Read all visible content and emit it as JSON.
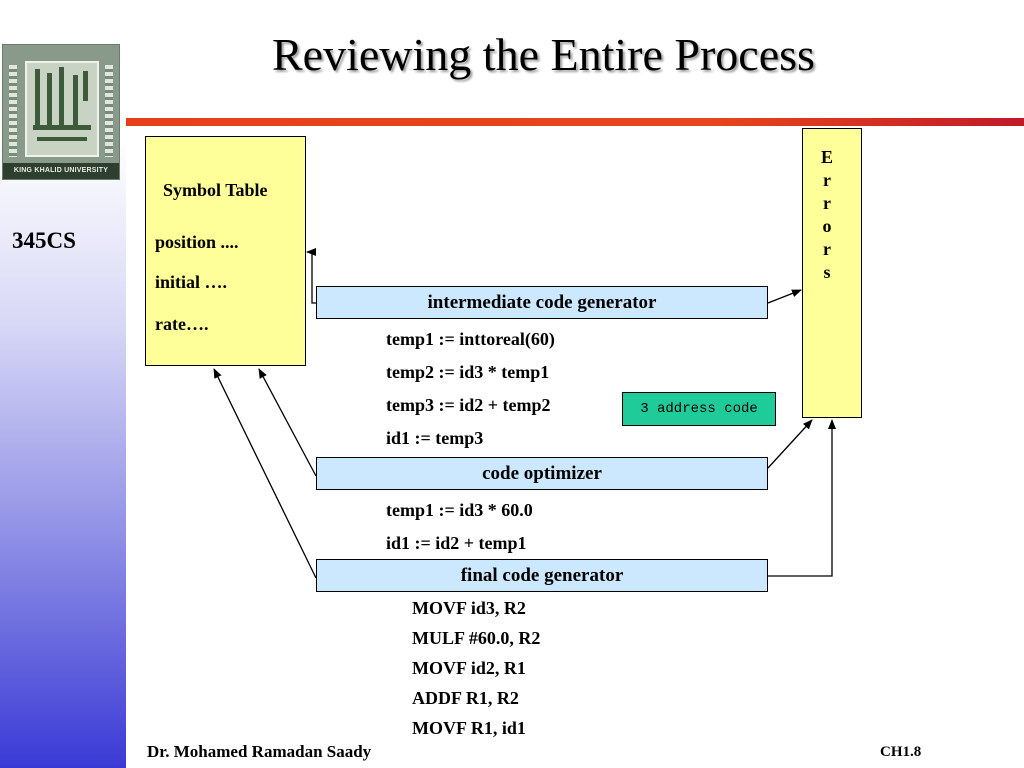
{
  "title": "Reviewing the Entire Process",
  "course": "345CS",
  "logo": {
    "caption": "KING KHALID UNIVERSITY"
  },
  "symbol_table": {
    "title": "Symbol Table",
    "items": [
      "position ....",
      "initial ….",
      "rate…."
    ]
  },
  "errors": {
    "label": [
      "E",
      "r",
      "r",
      "o",
      "r",
      "s"
    ]
  },
  "phases": [
    {
      "label": "intermediate code generator"
    },
    {
      "label": "code optimizer"
    },
    {
      "label": "final code generator"
    }
  ],
  "intermediate_code": [
    "temp1 := inttoreal(60)",
    "temp2 := id3 * temp1",
    "temp3 := id2 + temp2",
    "id1 := temp3"
  ],
  "badge": "3 address code",
  "optimized_code": [
    "temp1 := id3 * 60.0",
    "id1 := id2 + temp1"
  ],
  "final_code": [
    "MOVF id3, R2",
    "MULF #60.0, R2",
    "MOVF id2, R1",
    "ADDF R1, R2",
    "MOVF R1, id1"
  ],
  "footer": {
    "author": "Dr. Mohamed Ramadan Saady",
    "slide": "CH1.8"
  },
  "colors": {
    "box_yellow": "#ffff99",
    "phase_blue": "#cce8ff",
    "badge_green": "#1fcc99",
    "rule_red": "#e5401a"
  }
}
